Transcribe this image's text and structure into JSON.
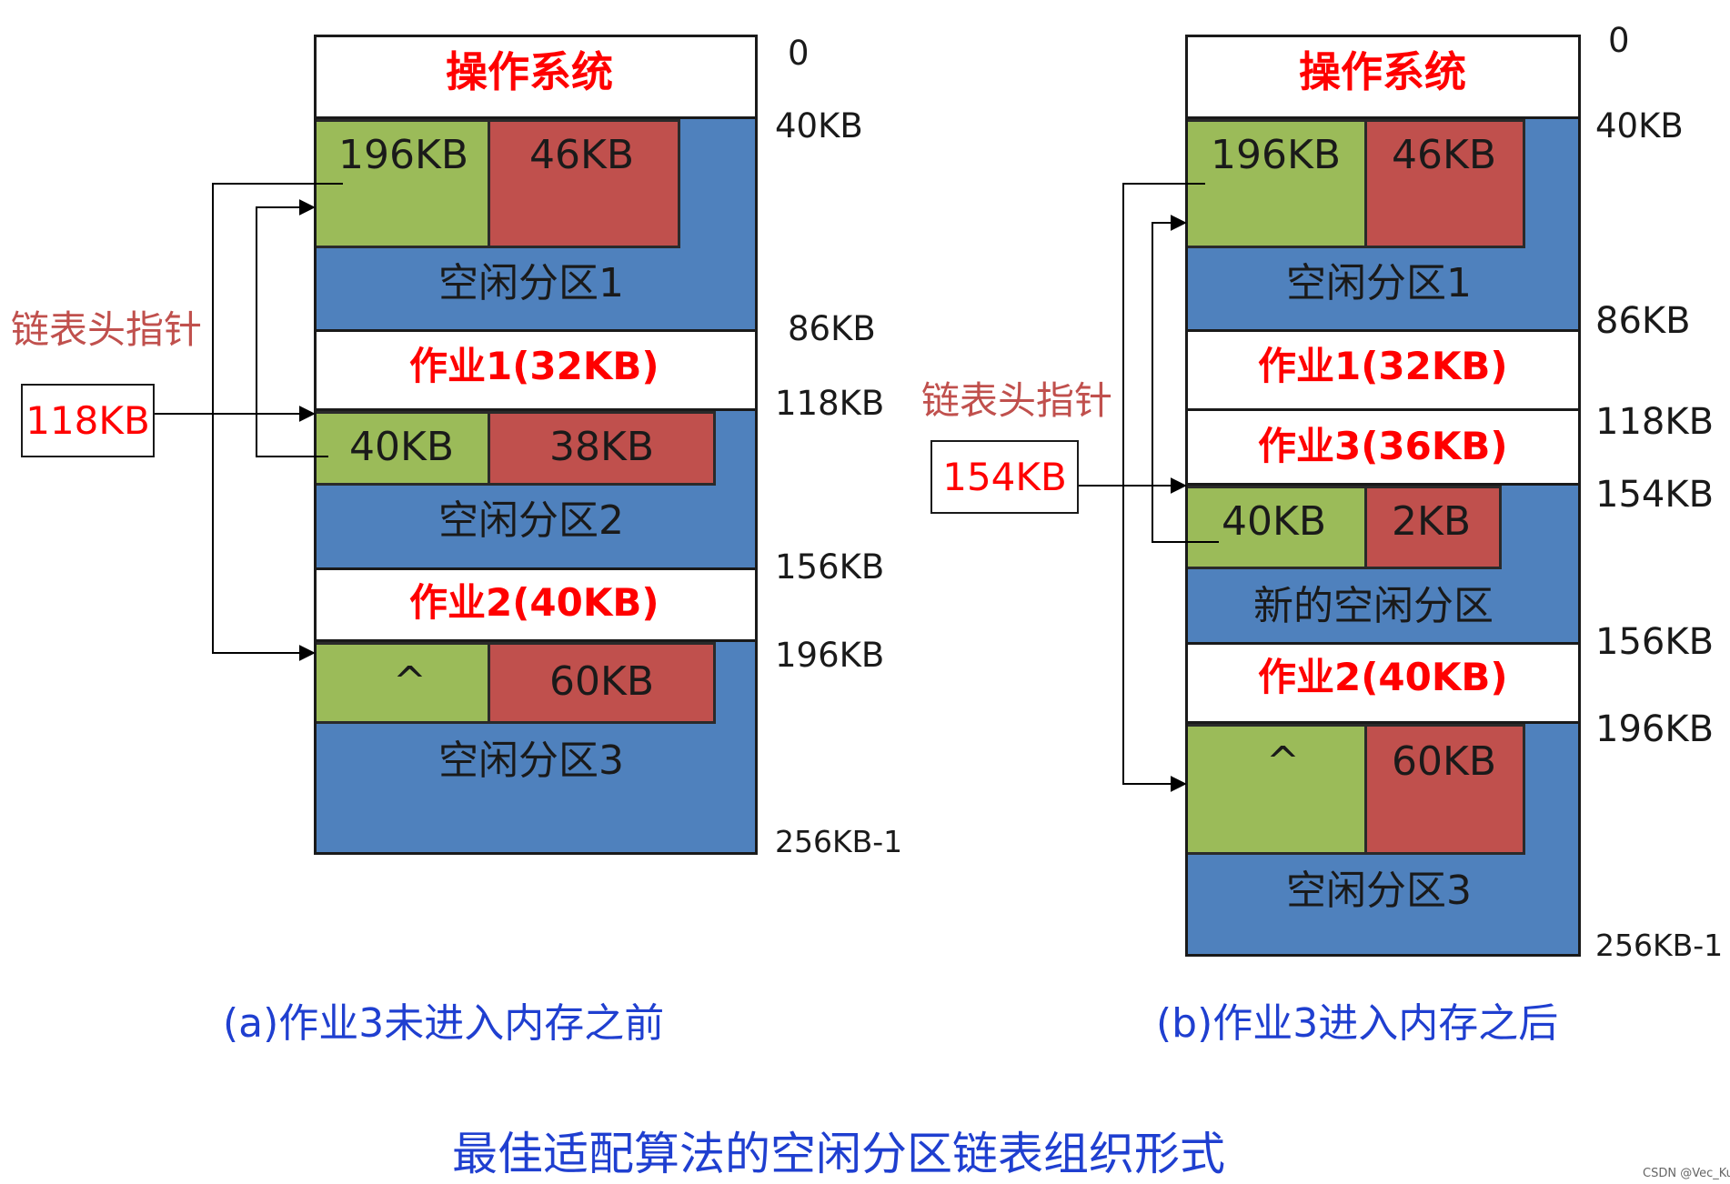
{
  "diagram_a": {
    "os_label": "操作系统",
    "block1_next": "196KB",
    "block1_size": "46KB",
    "free1": "空闲分区1",
    "job1": "作业1(32KB)",
    "block2_next": "40KB",
    "block2_size": "38KB",
    "free2": "空闲分区2",
    "job2": "作业2(40KB)",
    "block3_next": "^",
    "block3_size": "60KB",
    "free3": "空闲分区3",
    "addr": [
      "0",
      "40KB",
      "86KB",
      "118KB",
      "156KB",
      "196KB",
      "256KB-1"
    ],
    "head_label": "链表头指针",
    "head_value": "118KB",
    "caption": "(a)作业3未进入内存之前"
  },
  "diagram_b": {
    "os_label": "操作系统",
    "block1_next": "196KB",
    "block1_size": "46KB",
    "free1": "空闲分区1",
    "job1": "作业1(32KB)",
    "job3": "作业3(36KB)",
    "block2_next": "40KB",
    "block2_size": "2KB",
    "new_free": "新的空闲分区",
    "job2": "作业2(40KB)",
    "block3_next": "^",
    "block3_size": "60KB",
    "free3": "空闲分区3",
    "addr": [
      "0",
      "40KB",
      "86KB",
      "118KB",
      "154KB",
      "156KB",
      "196KB",
      "256KB-1"
    ],
    "head_label": "链表头指针",
    "head_value": "154KB",
    "caption": "(b)作业3进入内存之后"
  },
  "title": "最佳适配算法的空闲分区链表组织形式",
  "watermark": "CSDN @Vec_Kun",
  "colors": {
    "free_partition": "#4f81bd",
    "pointer_cell": "#9bbb59",
    "size_cell": "#c0504d",
    "job_text": "#ff0000",
    "caption_text": "#1f3fd0"
  }
}
